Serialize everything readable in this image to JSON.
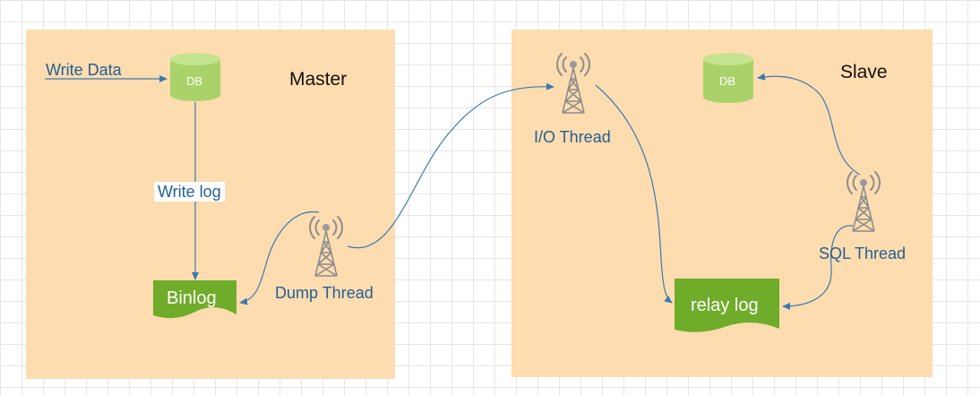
{
  "master": {
    "title": "Master",
    "db_label": "DB",
    "write_data_label": "Write Data",
    "write_log_label": "Write log",
    "binlog_label": "Binlog",
    "dump_thread_label": "Dump Thread"
  },
  "slave": {
    "title": "Slave",
    "db_label": "DB",
    "io_thread_label": "I/O Thread",
    "sql_thread_label": "SQL Thread",
    "relay_log_label": "relay log"
  },
  "colors": {
    "panel": "#fddcb0",
    "db_fill": "#a9d36a",
    "log_fill": "#6fac2a",
    "arrow": "#3a7bb0",
    "label_text": "#245f93"
  },
  "icons": {
    "db": "database-cylinder-icon",
    "log": "document-wave-icon",
    "thread": "radio-tower-icon"
  }
}
